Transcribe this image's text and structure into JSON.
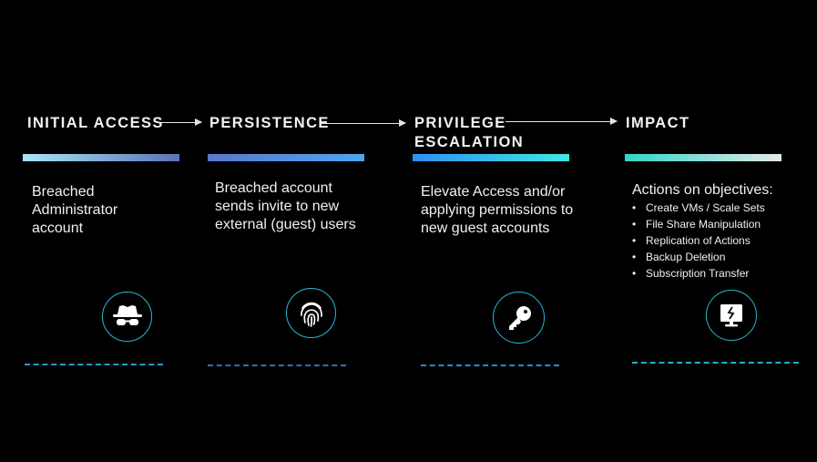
{
  "stages": [
    {
      "title": "INITIAL ACCESS",
      "description": "Breached Administrator account",
      "icon": "spy-hat-glasses-icon"
    },
    {
      "title": "PERSISTENCE",
      "description": "Breached account sends invite to new external (guest) users",
      "icon": "fingerprint-icon"
    },
    {
      "title": "PRIVILEGE ESCALATION",
      "title_line1": "PRIVILEGE",
      "title_line2": "ESCALATION",
      "description": "Elevate Access and/or applying permissions to new guest accounts",
      "icon": "key-icon"
    },
    {
      "title": "IMPACT",
      "description": "Actions on objectives:",
      "icon": "monitor-broken-icon",
      "bullets": [
        "Create VMs / Scale Sets",
        "File Share Manipulation",
        "Replication of Actions",
        "Backup Deletion",
        "Subscription Transfer"
      ]
    }
  ],
  "colors": {
    "bar1": [
      "#a8e4f6",
      "#5a73b5"
    ],
    "bar2": [
      "#5b78c8",
      "#4aa6f3"
    ],
    "bar3": [
      "#2c8ff2",
      "#3ee8e0"
    ],
    "bar4": [
      "#2fd6c8",
      "#e8e8e8"
    ],
    "icon_ring": "#27b8d4",
    "dash": "#1e8cc4"
  }
}
